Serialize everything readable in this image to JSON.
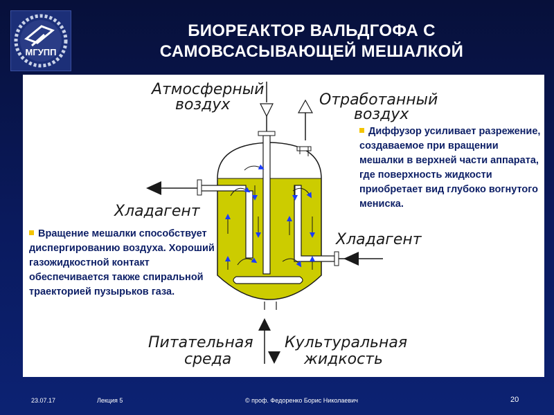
{
  "header": {
    "title_line1": "БИОРЕАКТОР ВАЛЬДГОФА С",
    "title_line2": "САМОВСАСЫВАЮЩЕЙ МЕШАЛКОЙ",
    "logo_text": "МГУПП"
  },
  "diagram": {
    "labels": {
      "air_in_1": "Атмосферный",
      "air_in_2": "воздух",
      "exhaust_1": "Отработанный",
      "exhaust_2": "воздух",
      "coolant_out": "Хладагент",
      "coolant_in": "Хладагент",
      "feed_1": "Питательная",
      "feed_2": "среда",
      "culture_1": "Культуральная",
      "culture_2": "жидкость"
    },
    "colors": {
      "liquid": "#cccc00",
      "flow_arrows": "#1a3cff",
      "outline": "#1a1a1a"
    }
  },
  "notes": {
    "diffuser": "Диффузор усиливает разрежение, создаваемое при вращении мешалки в верхней части аппарата, где поверхность жидкости приобретает вид глубоко вогнутого мениска.",
    "rotation": "Вращение мешалки способствует диспергированию воздуха. Хороший газожидкостной контакт обеспечивается также спиральной траекторией пузырьков газа."
  },
  "footer": {
    "date": "23.07.17",
    "lecture": "Лекция 5",
    "author": "© проф. Федоренко Борис Николаевич",
    "page": "20"
  }
}
